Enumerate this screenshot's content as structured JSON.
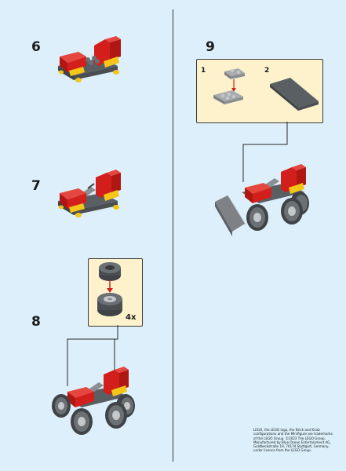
{
  "steps": {
    "step6": "6",
    "step7": "7",
    "step8": "8",
    "step9": "9"
  },
  "callouts": {
    "wheels_multiplier": "4x",
    "sub_step_1": "1",
    "sub_step_2": "2"
  },
  "legal": {
    "lines": [
      "LEGO, the LEGO logo, the Brick and Knob",
      "configurations and the Minifigure are trademarks",
      "of the LEGO Group. ©2023 The LEGO Group.",
      "Manufactured by Blue Ocean Entertainment AG,",
      "Goldbeckstraße 19, 70174 Stuttgart, Germany,",
      "under licence from the LEGO Group."
    ]
  },
  "colors": {
    "background": "#dceffa",
    "callout_fill": "#fdf2cc",
    "brick_red": "#d21f1b",
    "brick_yellow": "#f5c518",
    "brick_dark_grey": "#5a5f63",
    "brick_light_grey": "#a9adb0"
  }
}
